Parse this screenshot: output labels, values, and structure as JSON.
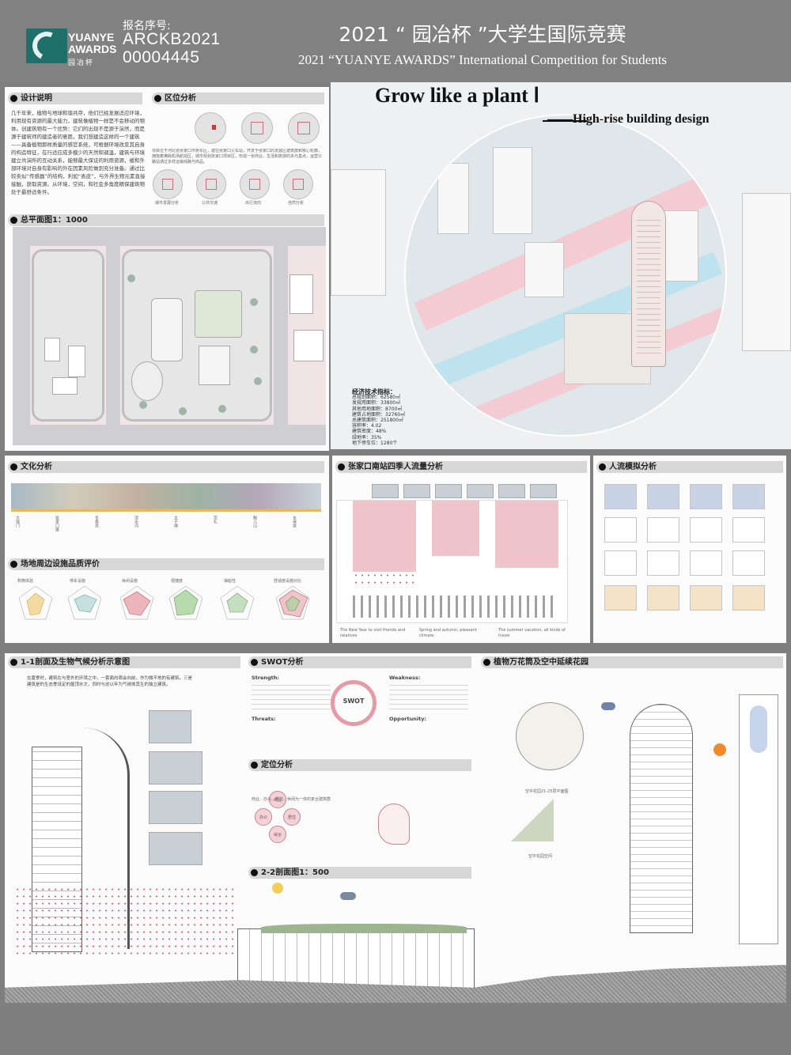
{
  "header": {
    "logo_text": "YUANYE\nAWARDS",
    "logo_cn": "园冶杯",
    "reg_label": "报名序号:",
    "reg_number_line1": "ARCKB2021",
    "reg_number_line2": "00004445",
    "title_cn": "2021 “ 园冶杯 ”大学生国际竞赛",
    "title_en": "2021 “YUANYE AWARDS” International Competition for  Students"
  },
  "hero": {
    "title": "Grow like a plant Ⅰ",
    "subtitle": "——High-rise building design"
  },
  "sections": {
    "design_notes": "设计说明",
    "location": "区位分析",
    "site_plan": "总平面图1：1000",
    "culture": "文化分析",
    "station_flow": "张家口南站四季人流量分析",
    "crowd_sim": "人流模拟分析",
    "facilities": "场地周边设施品质评价",
    "section_11": "1-1剖面及生物气候分析示意图",
    "swot": "SWOT分析",
    "positioning": "定位分析",
    "section_22": "2-2剖面图1：500",
    "kaleidoscope": "植物万花筒及空中延续花园"
  },
  "design_text": "几千年来，植物与地球和谐共存，他们已经发展适应环境，利用现有资源的最大能力，建筑像植物一样是不会移动的物体。创建筑物有一个优势：它们的出现不是源于演然，而是源于建筑师的建造者的意愿。我们想建造这样的一个建筑——具备植物那样质量的感官系统，可根据环境改变其自身的构造特征，在行适应成多模少的天然和调温，建筑与环境建立共演所的互动关系，能够最大保证的利用资源，缓和外部环境对自身有影响的外在因素风险做到充分准备。通过比较卖似“传感器”的结构，利如“表皮”，与外界生物元素直接接触，获取资源。从环境，空间，和社会多角度精保建筑物处于最舒适条件。",
  "location_caption": "项目位于河北省张家口市桥东区，建在张家口火车站，开发于张家口的发展区建筑群和核心轮廓，拥抱着横跨机场航拍区，城市规划张家口项目区，形成一张商业，生活和旅游的多元基点，运营公路站通过多样运输线路与商品。",
  "location_labels": [
    "城市发展分析",
    "公共交通",
    "出行流向",
    "自然分析"
  ],
  "econ": {
    "title": "经济技术指标：",
    "lines": [
      "总规划面积：62580㎡",
      "发规用面积：33800㎡",
      "其他用地面积：8700㎡",
      "建筑占地面积：32760㎡",
      "总建筑面积：251800㎡",
      "容积率：4.02",
      "建筑密度：48%",
      "绿地率：35%",
      "地下停车位：1280个"
    ]
  },
  "culture_labels": [
    "大境门",
    "张家口堡",
    "冬奥会",
    "清水河",
    "太子城",
    "崇礼",
    "赐儿山",
    "水母宫"
  ],
  "facility_labels": [
    "购物体验",
    "停车设施",
    "休闲设施",
    "便捷度",
    "抽粘性",
    "舒适度设施对比"
  ],
  "station_caption": [
    "The New Year to visit friends and relatives",
    "Spring and autumn, pleasant climate",
    "The summer vacation, all kinds of travel"
  ],
  "section11_text": "在夏季时，建筑在与室外的环境之中，一套面向周会向前，作为微不地的有建筑。三是建筑是的生态季设定的屋顶水文，同时与这以年为气候体其生的独立建筑。",
  "swot": {
    "center": "SWOT",
    "strength_title": "Strength:",
    "weakness_title": "Weakness:",
    "threats_title": "Threats:",
    "opportunity_title": "Opportunity:"
  },
  "positioning_nodes": [
    "商业",
    "办公",
    "居住",
    "综合"
  ],
  "positioning_text": "商业、办公、居住、休闲为一体的复合建筑群",
  "kaleidoscope_captions": [
    "空中花园21-25层平面图",
    "空中花园空间"
  ],
  "colors": {
    "accent_pink": "#e79aa6",
    "logo_teal": "#1f6f6a",
    "header_gray": "#818181"
  }
}
